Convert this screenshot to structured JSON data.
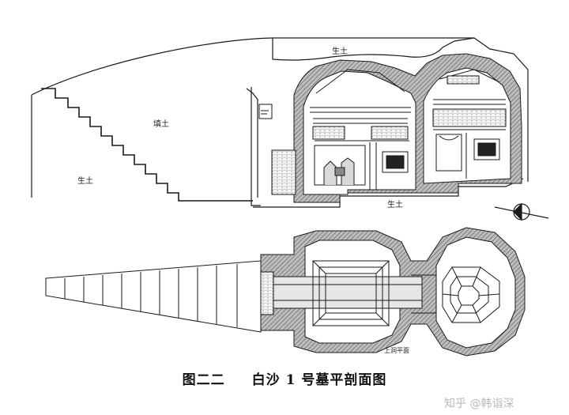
{
  "caption": {
    "figure_number": "图二二",
    "title": "白沙 1 号墓平剖面图"
  },
  "labels": {
    "soil_top": "生土",
    "soil_left": "生土",
    "soil_bottom": "生土",
    "fill_soil": "填土",
    "plan_view": "上洞平面"
  },
  "watermark": "知乎 @韩诣深",
  "colors": {
    "ink": "#1a1a1a",
    "wall_fill": "#9a9a9a",
    "paper": "#ffffff"
  }
}
